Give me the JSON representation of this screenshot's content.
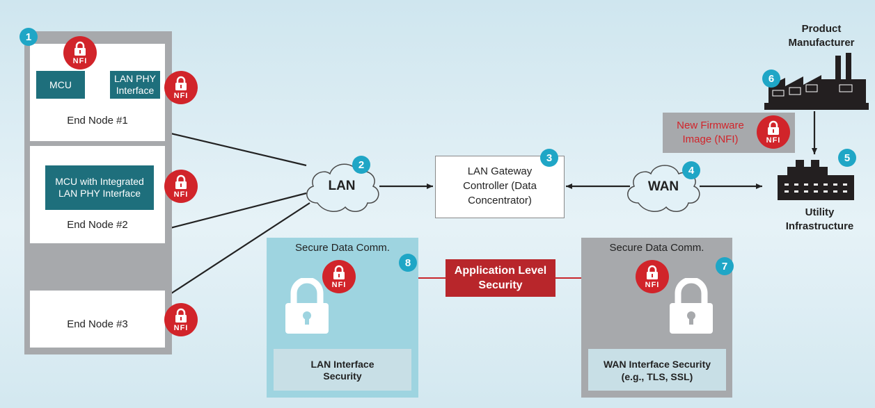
{
  "nodes": {
    "node1": {
      "mcu": "MCU",
      "phy": "LAN PHY Interface",
      "label": "End Node #1"
    },
    "node2": {
      "mcu": "MCU with Integrated LAN PHY Interface",
      "label": "End Node #2"
    },
    "node3": {
      "label": "End Node #3"
    }
  },
  "lan": "LAN",
  "wan": "WAN",
  "gateway": "LAN Gateway Controller (Data Concentrator)",
  "manufacturer": "Product Manufacturer",
  "utility": "Utility Infrastructure",
  "firmware": "New Firmware Image (NFI)",
  "nfi": "NFI",
  "secure_left": "Secure Data Comm.",
  "secure_right": "Secure Data Comm.",
  "app_security": "Application Level Security",
  "lan_security": "LAN Interface Security",
  "wan_security": "WAN Interface Security (e.g., TLS, SSL)",
  "numbers": [
    "1",
    "2",
    "3",
    "4",
    "5",
    "6",
    "7",
    "8"
  ],
  "colors": {
    "teal_box": "#1e6f7c",
    "badge": "#1fa6c6",
    "nfi_red": "#d1242a",
    "app_red": "#b8262b",
    "secure_left_bg": "#9ed4e0",
    "secure_right_bg": "#a7a9ac"
  }
}
